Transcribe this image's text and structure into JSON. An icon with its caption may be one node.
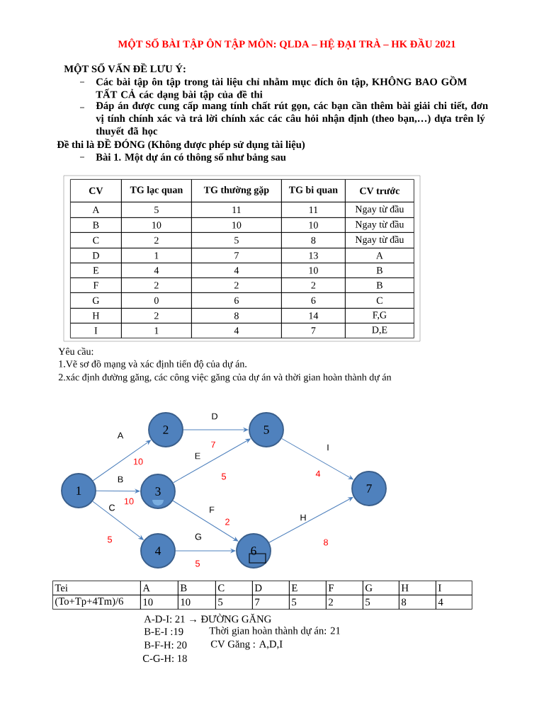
{
  "diagram": {
    "title": "MỘT SỐ BÀI TẬP ÔN TẬP MÔN: QLDA – HỆ ĐẠI TRÀ – HK ĐẦU 2021",
    "nodes": [
      {
        "text": [
          "1"
        ]
      },
      {
        "text": [
          "2"
        ]
      },
      {
        "text": [
          "3"
        ]
      },
      {
        "text": [
          "4"
        ]
      },
      {
        "text": [
          "5"
        ]
      },
      {
        "text": [
          "6"
        ]
      },
      {
        "text": [
          "7"
        ]
      }
    ],
    "edges": [
      {
        "from": 0,
        "to": 1,
        "arrow": "to",
        "label": "A"
      },
      {
        "from": 0,
        "to": 2,
        "arrow": "to",
        "label": "B"
      },
      {
        "from": 0,
        "to": 3,
        "arrow": "to",
        "label": "C"
      },
      {
        "from": 1,
        "to": 4,
        "arrow": "to",
        "label": "D"
      },
      {
        "from": 2,
        "to": 4,
        "arrow": "to",
        "label": "E"
      },
      {
        "from": 2,
        "to": 5,
        "arrow": "to",
        "label": "F"
      },
      {
        "from": 3,
        "to": 5,
        "arrow": "to",
        "label": "G"
      },
      {
        "from": 4,
        "to": 6,
        "arrow": "to",
        "label": "I"
      },
      {
        "from": 5,
        "to": 6,
        "arrow": "to",
        "label": "H"
      }
    ],
    "labels": [
      "MỘT SỐ VẤN ĐỀ LƯU Ý:",
      "Các bài tập ôn tập trong tài liệu chỉ nhằm mục đích ôn tập, KHÔNG BAO GỒM TẤT CẢ các dạng bài tập của đề thi",
      "Đáp án được cung cấp mang tính chất rút gọn, các bạn cần thêm bài giải chi tiết, đơn vị tính chính xác và trả lời chính xác các câu hỏi nhận định (theo bạn,…) dựa trên lý thuyết đã học",
      "Đề thi là ĐỀ ĐÓNG (Không được phép sử dụng tài liệu)",
      "Bài 1. Một dự án có thông số như bảng sau",
      "CV",
      "TG lạc quan",
      "TG thường gặp",
      "TG bi quan",
      "CV trước",
      "A",
      "5",
      "11",
      "11",
      "Ngay từ đầu",
      "B",
      "10",
      "10",
      "10",
      "Ngay từ đầu",
      "C",
      "2",
      "5",
      "8",
      "Ngay từ đầu",
      "D",
      "1",
      "7",
      "13",
      "A",
      "E",
      "4",
      "4",
      "10",
      "B",
      "F",
      "2",
      "2",
      "2",
      "B",
      "G",
      "0",
      "6",
      "6",
      "C",
      "H",
      "2",
      "8",
      "14",
      "F,G",
      "I",
      "1",
      "4",
      "7",
      "D,E",
      "Yêu cầu:",
      "1.Vẽ sơ đồ mạng và xác định tiến độ của dự án.",
      "2.xác định đường găng, các công việc găng của dự án và thời gian hoàn thành dự án",
      "10",
      "10",
      "5",
      "7",
      "5",
      "2",
      "5",
      "4",
      "8",
      "Tei",
      "A",
      "B",
      "C",
      "D",
      "E",
      "F",
      "G",
      "H",
      "I",
      "(To+Tp+4Tm)/6",
      "10",
      "10",
      "5",
      "7",
      "5",
      "2",
      "5",
      "8",
      "4",
      "A-D-I: 21 → ĐƯỜNG GĂNG",
      "B-E-I :19",
      "Thời gian hoàn thành dự án: 21",
      "B-F-H: 20",
      "CV Găng : A,D,I",
      "C-G-H: 18"
    ]
  }
}
